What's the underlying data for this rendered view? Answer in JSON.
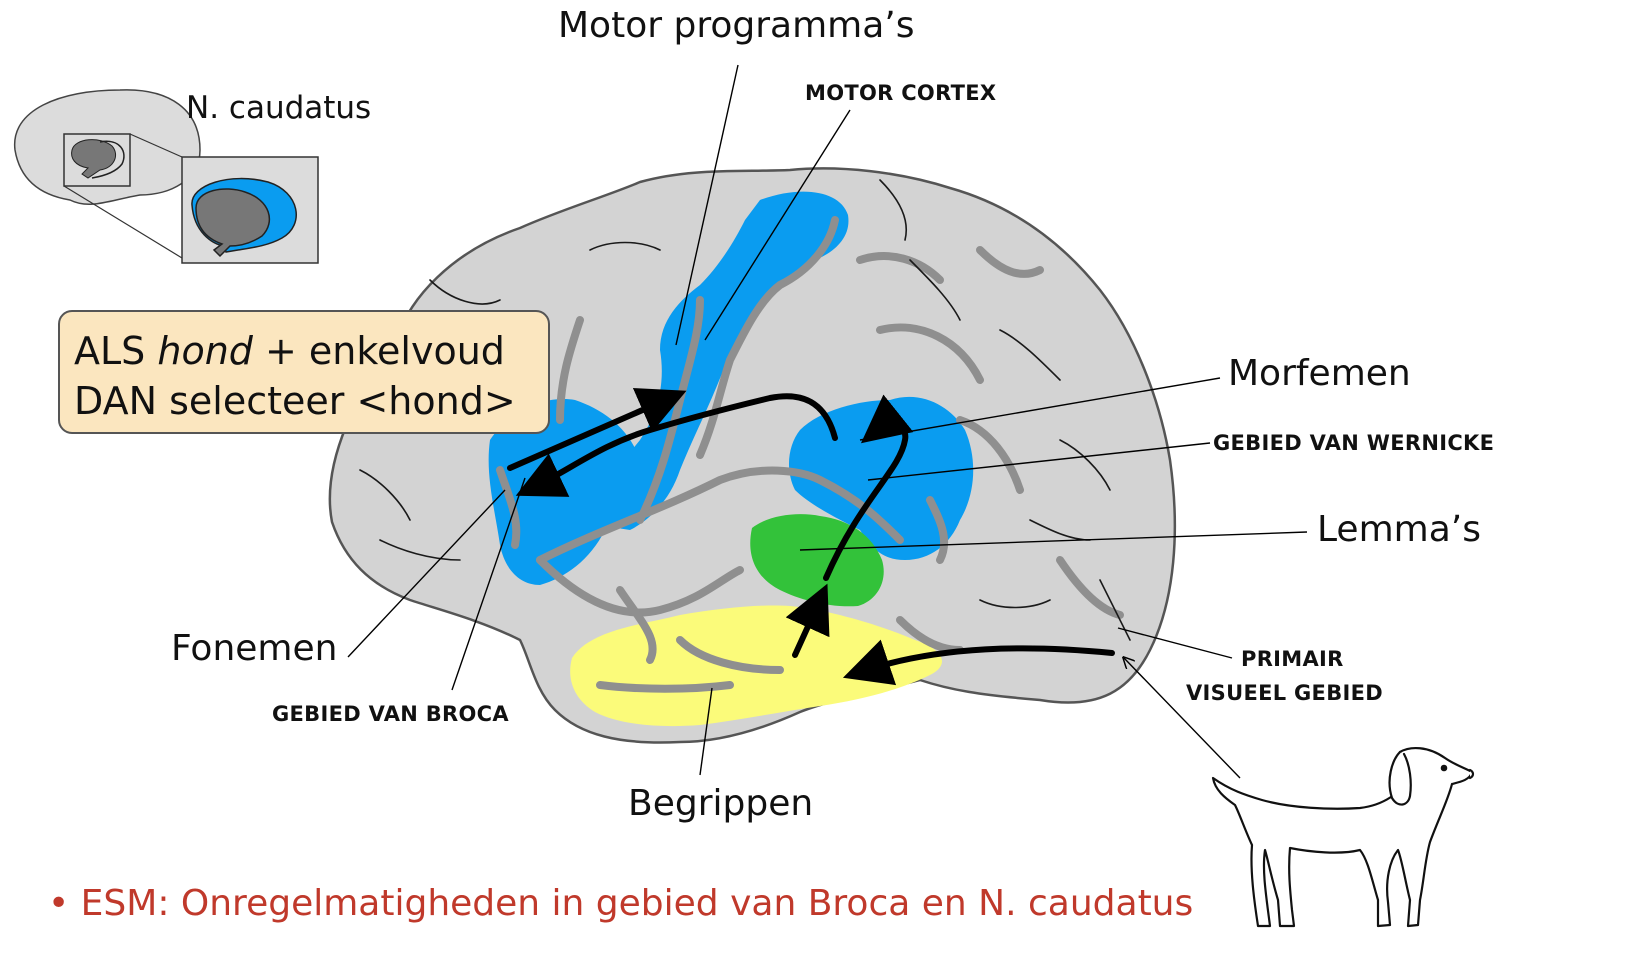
{
  "labels": {
    "motor_programs": "Motor programma’s",
    "motor_cortex": "MOTOR CORTEX",
    "n_caudatus": "N. caudatus",
    "morfemen": "Morfemen",
    "wernicke": "GEBIED VAN WERNICKE",
    "lemmas": "Lemma’s",
    "fonemen": "Fonemen",
    "broca": "GEBIED VAN BROCA",
    "begrippen": "Begrippen",
    "primair": "PRIMAIR",
    "visueel": "VISUEEL GEBIED"
  },
  "rule": {
    "line1_prefix": "ALS ",
    "line1_italic": "hond",
    "line1_suffix": " + enkelvoud",
    "line2": "DAN selecteer <hond>"
  },
  "bullet_text": "• ESM: Onregelmatigheden in gebied van Broca en N. caudatus",
  "colors": {
    "brain_fill": "#d3d3d3",
    "sulci": "#8f8f8f",
    "blue_region": "#0a9cf0",
    "green_region": "#33c23a",
    "yellow_region": "#fbfb7a",
    "rule_box": "#fbe6bf",
    "bullet_text": "#c0392b"
  }
}
